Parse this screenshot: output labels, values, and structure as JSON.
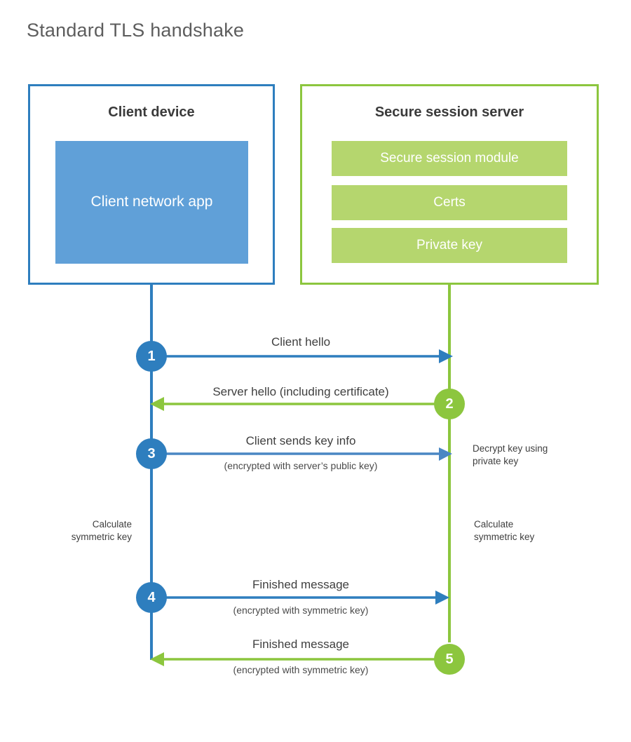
{
  "title": "Standard TLS handshake",
  "colors": {
    "client_blue": "#2e7ebe",
    "client_app_fill": "#60a0d8",
    "server_green": "#8cc63e",
    "server_bar_fill": "#b5d66e",
    "text_dark": "#3a3a3a",
    "title_gray": "#5d5d5d",
    "background": "#ffffff"
  },
  "client": {
    "title": "Client device",
    "app_label": "Client network app"
  },
  "server": {
    "title": "Secure session server",
    "components": [
      {
        "label": "Secure session module"
      },
      {
        "label": "Certs"
      },
      {
        "label": "Private key"
      }
    ]
  },
  "messages": [
    {
      "step": "1",
      "direction": "client-to-server",
      "label": "Client hello",
      "sublabel": ""
    },
    {
      "step": "2",
      "direction": "server-to-client",
      "label": "Server hello (including certificate)",
      "sublabel": ""
    },
    {
      "step": "3",
      "direction": "client-to-server",
      "label": "Client sends key info",
      "sublabel": "(encrypted with server’s public key)"
    },
    {
      "step": "4",
      "direction": "client-to-server",
      "label": "Finished message",
      "sublabel": "(encrypted with symmetric key)"
    },
    {
      "step": "5",
      "direction": "server-to-client",
      "label": "Finished message",
      "sublabel": "(encrypted with symmetric key)"
    }
  ],
  "notes": {
    "decrypt_key": "Decrypt key using\nprivate key",
    "client_calculate": "Calculate\nsymmetric key",
    "server_calculate": "Calculate\nsymmetric key"
  }
}
